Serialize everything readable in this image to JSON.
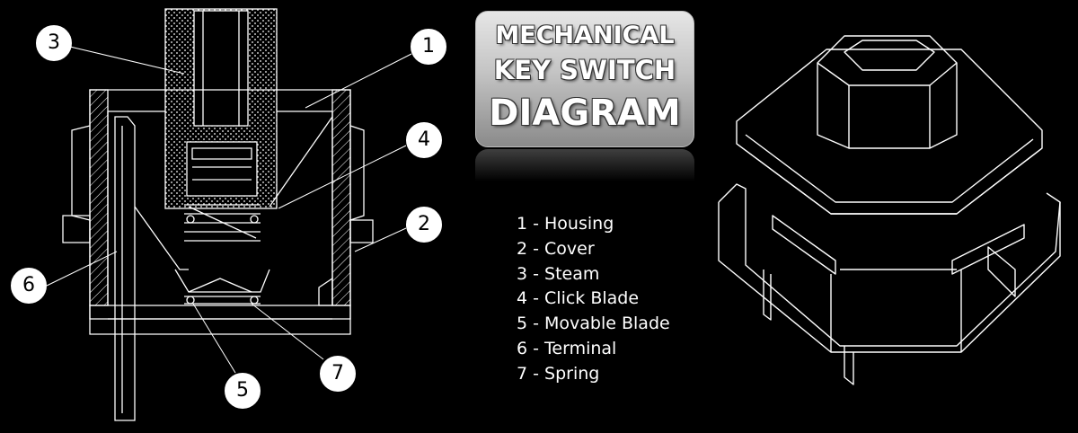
{
  "title": {
    "line1": "MECHANICAL",
    "line2": "KEY SWITCH",
    "line3": "DIAGRAM"
  },
  "legend": [
    "1 - Housing",
    "2 - Cover",
    "3 - Steam",
    "4 - Click Blade",
    "5 - Movable Blade",
    "6 - Terminal",
    "7 - Spring"
  ],
  "callouts": [
    "1",
    "2",
    "3",
    "4",
    "5",
    "6",
    "7"
  ],
  "colors": {
    "background": "#000000",
    "line": "#ffffff",
    "callout_fill": "#ffffff"
  }
}
